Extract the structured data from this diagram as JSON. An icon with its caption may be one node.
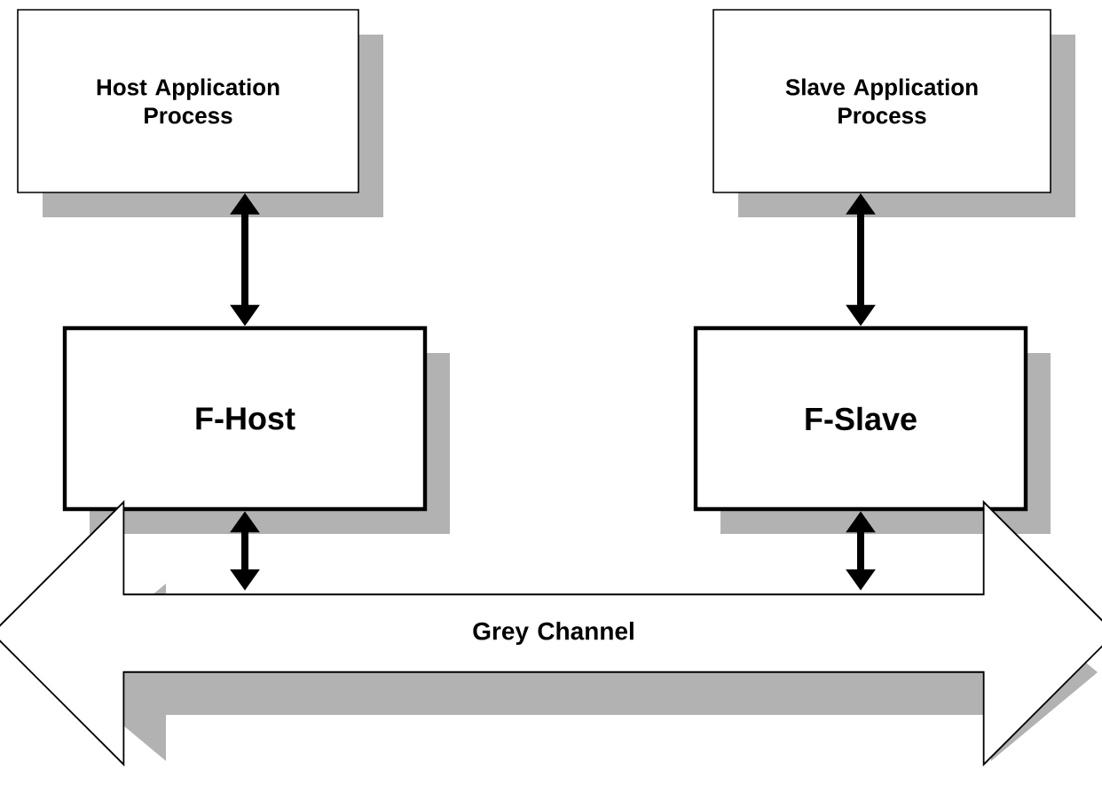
{
  "diagram": {
    "nodes": [
      {
        "text": [
          "Host Application Process"
        ]
      },
      {
        "text": [
          "Slave Application Process"
        ]
      },
      {
        "text": [
          "F-Host"
        ]
      },
      {
        "text": [
          "F-Slave"
        ]
      },
      {
        "text": [
          "Grey Channel"
        ]
      }
    ],
    "edges": [
      {
        "from": 0,
        "to": 2,
        "arrow": "both"
      },
      {
        "from": 1,
        "to": 3,
        "arrow": "both"
      },
      {
        "from": 2,
        "to": 4,
        "arrow": "both"
      },
      {
        "from": 3,
        "to": 4,
        "arrow": "both"
      }
    ]
  }
}
